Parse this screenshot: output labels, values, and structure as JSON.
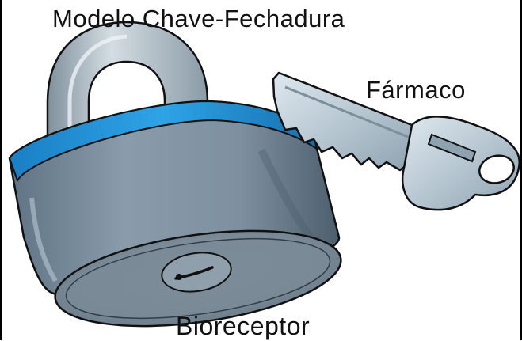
{
  "title": "Modelo Chave-Fechadura",
  "labels": {
    "key": "Fármaco",
    "lock": "Bioreceptor"
  },
  "colors": {
    "lock_band": "#1b8fd6",
    "lock_body": "#7f93a3",
    "lock_shackle": "#a9b8c2",
    "key_metal": "#b9c9d4",
    "outline": "#111111"
  },
  "icons": {
    "lock": "padlock-icon",
    "key": "key-icon"
  }
}
